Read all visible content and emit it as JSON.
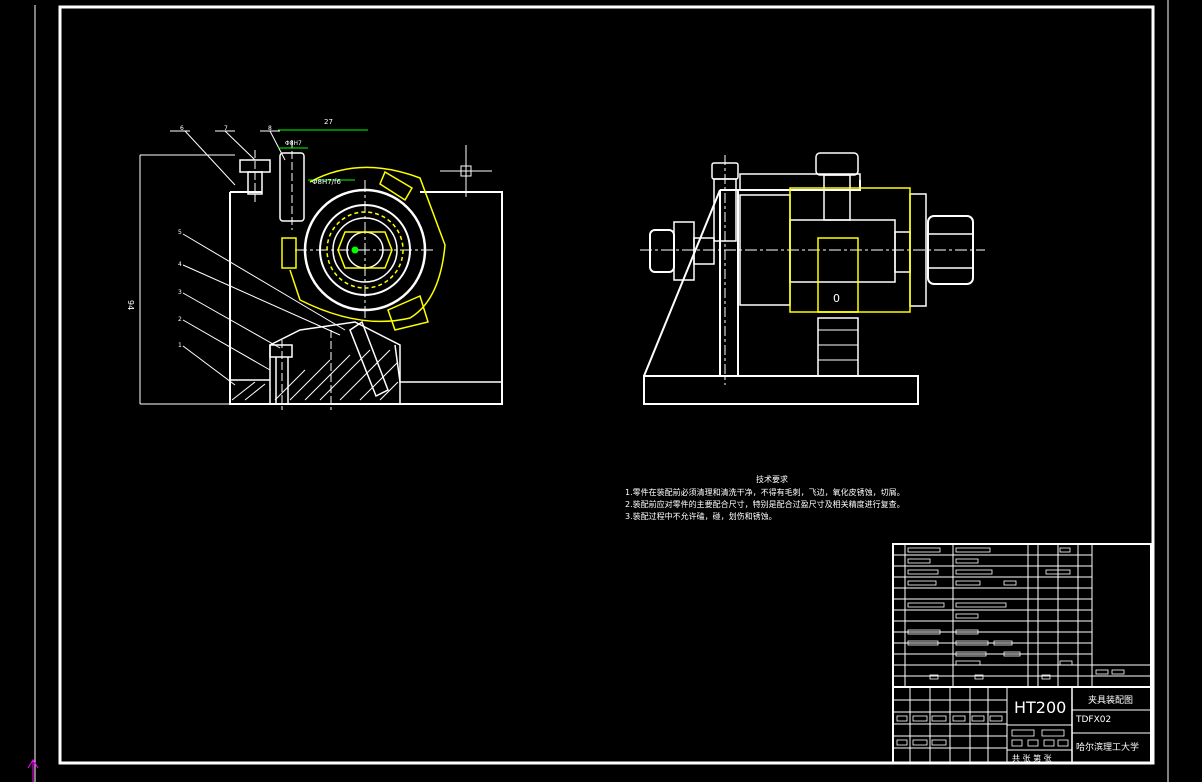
{
  "balloons": [
    "6",
    "7",
    "8",
    "5",
    "4",
    "3",
    "2",
    "1"
  ],
  "dimensions": {
    "width_top": "27",
    "fit_label": "Φ8H7/f6",
    "small_fit": "Φ8H7",
    "height_left": "94"
  },
  "side_view": {
    "center_mark": "0"
  },
  "tech_requirements": {
    "title": "技术要求",
    "lines": [
      "1.零件在装配前必须清理和清洗干净，不得有毛刺，飞边，氧化皮锈蚀，切屑。",
      "2.装配前应对零件的主要配合尺寸，特别是配合过盈尺寸及相关精度进行复查。",
      "3.装配过程中不允许磕，碰，划伤和锈蚀。"
    ]
  },
  "title_block": {
    "material": "HT200",
    "drawing_name": "夹具装配图",
    "drawing_code": "TDFX02",
    "school": "哈尔滨理工大学",
    "sheet_info": "共 张 第 张"
  },
  "colors": {
    "outline": "#ffffff",
    "yellow": "#ffff00",
    "green": "#00ff00",
    "magenta": "#ff00ff"
  }
}
